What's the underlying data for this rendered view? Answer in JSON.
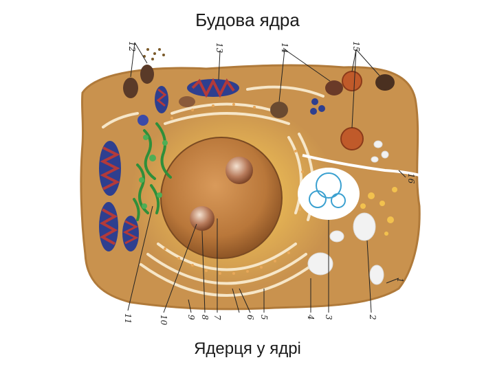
{
  "slide": {
    "title": "Будова ядра",
    "caption": "Ядерця у ядрі"
  },
  "diagram": {
    "labels": [
      "12",
      "13",
      "14",
      "15",
      "16",
      "1",
      "2",
      "3",
      "4",
      "5",
      "6",
      "7",
      "8",
      "9",
      "10",
      "11"
    ],
    "colors": {
      "cytoplasm": "#c9924e",
      "cytoplasm_edge": "#b07a3a",
      "nucleus": "#c98a4a",
      "nucleolus": "#a86a3a",
      "mitochondria_red": "#b33a3a",
      "mitochondria_blue": "#2e3f8f",
      "golgi_green": "#2f8f3a",
      "vacuole": "#ffffff",
      "yellow_glow": "#f2c14e"
    }
  }
}
